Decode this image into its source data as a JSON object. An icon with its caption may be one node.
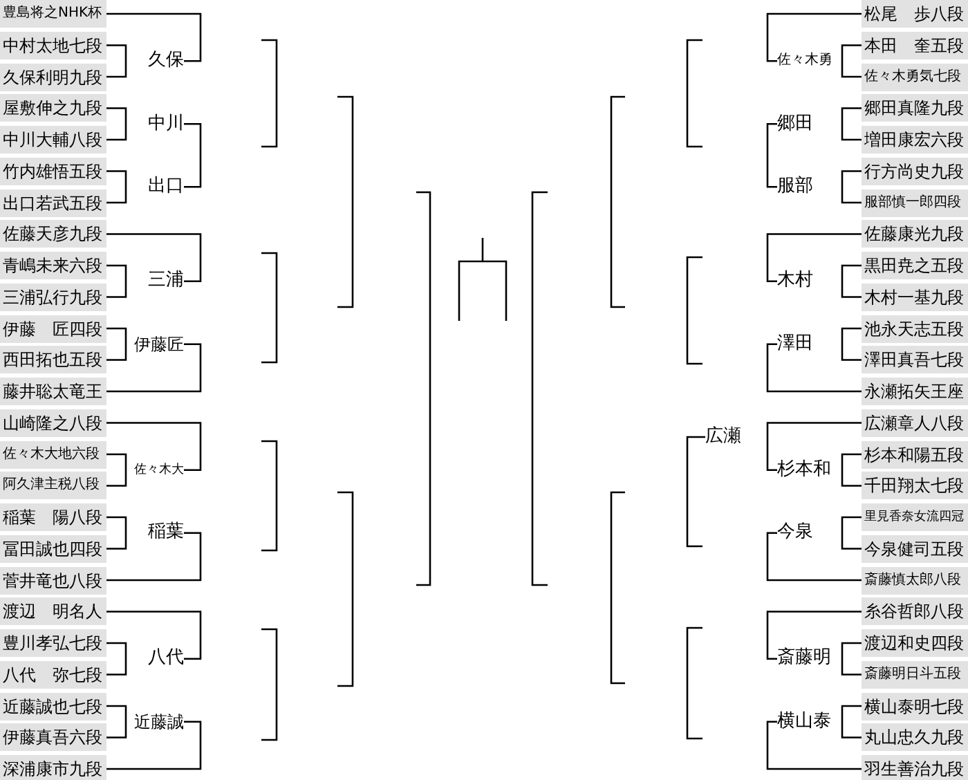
{
  "diagram": {
    "nodes": [
      {
        "text": [
          "豊島将之NHK杯"
        ]
      },
      {
        "text": [
          "中村太地七段"
        ]
      },
      {
        "text": [
          "久保利明九段"
        ]
      },
      {
        "text": [
          "屋敷伸之九段"
        ]
      },
      {
        "text": [
          "中川大輔八段"
        ]
      },
      {
        "text": [
          "竹内雄悟五段"
        ]
      },
      {
        "text": [
          "出口若武五段"
        ]
      },
      {
        "text": [
          "佐藤天彦九段"
        ]
      },
      {
        "text": [
          "青嶋未来六段"
        ]
      },
      {
        "text": [
          "三浦弘行九段"
        ]
      },
      {
        "text": [
          "伊藤　匠四段"
        ]
      },
      {
        "text": [
          "西田拓也五段"
        ]
      },
      {
        "text": [
          "藤井聡太竜王"
        ]
      },
      {
        "text": [
          "山崎隆之八段"
        ]
      },
      {
        "text": [
          "佐々木大地六段"
        ]
      },
      {
        "text": [
          "阿久津主税八段"
        ]
      },
      {
        "text": [
          "稲葉　陽八段"
        ]
      },
      {
        "text": [
          "冨田誠也四段"
        ]
      },
      {
        "text": [
          "菅井竜也八段"
        ]
      },
      {
        "text": [
          "渡辺　明名人"
        ]
      },
      {
        "text": [
          "豊川孝弘七段"
        ]
      },
      {
        "text": [
          "八代　弥七段"
        ]
      },
      {
        "text": [
          "近藤誠也七段"
        ]
      },
      {
        "text": [
          "伊藤真吾六段"
        ]
      },
      {
        "text": [
          "深浦康市九段"
        ]
      },
      {
        "text": [
          "久保"
        ]
      },
      {
        "text": [
          "中川"
        ]
      },
      {
        "text": [
          "出口"
        ]
      },
      {
        "text": [
          "三浦"
        ]
      },
      {
        "text": [
          "伊藤匠"
        ]
      },
      {
        "text": [
          "佐々木大"
        ]
      },
      {
        "text": [
          "稲葉"
        ]
      },
      {
        "text": [
          "八代"
        ]
      },
      {
        "text": [
          "近藤誠"
        ]
      },
      {
        "text": [
          "松尾　歩八段"
        ]
      },
      {
        "text": [
          "本田　奎五段"
        ]
      },
      {
        "text": [
          "佐々木勇気七段"
        ]
      },
      {
        "text": [
          "郷田真隆九段"
        ]
      },
      {
        "text": [
          "増田康宏六段"
        ]
      },
      {
        "text": [
          "行方尚史九段"
        ]
      },
      {
        "text": [
          "服部慎一郎四段"
        ]
      },
      {
        "text": [
          "佐藤康光九段"
        ]
      },
      {
        "text": [
          "黒田尭之五段"
        ]
      },
      {
        "text": [
          "木村一基九段"
        ]
      },
      {
        "text": [
          "池永天志五段"
        ]
      },
      {
        "text": [
          "澤田真吾七段"
        ]
      },
      {
        "text": [
          "永瀬拓矢王座"
        ]
      },
      {
        "text": [
          "広瀬章人八段"
        ]
      },
      {
        "text": [
          "杉本和陽五段"
        ]
      },
      {
        "text": [
          "千田翔太七段"
        ]
      },
      {
        "text": [
          "里見香奈女流四冠"
        ]
      },
      {
        "text": [
          "今泉健司五段"
        ]
      },
      {
        "text": [
          "斎藤慎太郎八段"
        ]
      },
      {
        "text": [
          "糸谷哲郎八段"
        ]
      },
      {
        "text": [
          "渡辺和史四段"
        ]
      },
      {
        "text": [
          "斎藤明日斗五段"
        ]
      },
      {
        "text": [
          "横山泰明七段"
        ]
      },
      {
        "text": [
          "丸山忠久九段"
        ]
      },
      {
        "text": [
          "羽生善治九段"
        ]
      },
      {
        "text": [
          "佐々木勇"
        ]
      },
      {
        "text": [
          "郷田"
        ]
      },
      {
        "text": [
          "服部"
        ]
      },
      {
        "text": [
          "木村"
        ]
      },
      {
        "text": [
          "澤田"
        ]
      },
      {
        "text": [
          "杉本和"
        ]
      },
      {
        "text": [
          "今泉"
        ]
      },
      {
        "text": [
          "斎藤明"
        ]
      },
      {
        "text": [
          "横山泰"
        ]
      },
      {
        "text": [
          "広瀬"
        ]
      }
    ],
    "edges": [
      {
        "from": 1,
        "to": 2,
        "arrow": "none"
      },
      {
        "from": 3,
        "to": 4,
        "arrow": "none"
      },
      {
        "from": 5,
        "to": 6,
        "arrow": "none"
      },
      {
        "from": 8,
        "to": 9,
        "arrow": "none"
      },
      {
        "from": 10,
        "to": 11,
        "arrow": "none"
      },
      {
        "from": 14,
        "to": 15,
        "arrow": "none"
      },
      {
        "from": 16,
        "to": 17,
        "arrow": "none"
      },
      {
        "from": 20,
        "to": 21,
        "arrow": "none"
      },
      {
        "from": 22,
        "to": 23,
        "arrow": "none"
      },
      {
        "from": 0,
        "to": 25,
        "arrow": "none"
      },
      {
        "from": 26,
        "to": 27,
        "arrow": "none"
      },
      {
        "from": 7,
        "to": 28,
        "arrow": "none"
      },
      {
        "from": 29,
        "to": 12,
        "arrow": "none"
      },
      {
        "from": 13,
        "to": 30,
        "arrow": "none"
      },
      {
        "from": 31,
        "to": 18,
        "arrow": "none"
      },
      {
        "from": 19,
        "to": 32,
        "arrow": "none"
      },
      {
        "from": 33,
        "to": 24,
        "arrow": "none"
      },
      {
        "from": 35,
        "to": 36,
        "arrow": "none"
      },
      {
        "from": 37,
        "to": 38,
        "arrow": "none"
      },
      {
        "from": 39,
        "to": 40,
        "arrow": "none"
      },
      {
        "from": 42,
        "to": 43,
        "arrow": "none"
      },
      {
        "from": 44,
        "to": 45,
        "arrow": "none"
      },
      {
        "from": 48,
        "to": 49,
        "arrow": "none"
      },
      {
        "from": 50,
        "to": 51,
        "arrow": "none"
      },
      {
        "from": 54,
        "to": 55,
        "arrow": "none"
      },
      {
        "from": 56,
        "to": 57,
        "arrow": "none"
      },
      {
        "from": 34,
        "to": 59,
        "arrow": "none"
      },
      {
        "from": 60,
        "to": 61,
        "arrow": "none"
      },
      {
        "from": 41,
        "to": 62,
        "arrow": "none"
      },
      {
        "from": 63,
        "to": 46,
        "arrow": "none"
      },
      {
        "from": 47,
        "to": 64,
        "arrow": "none"
      },
      {
        "from": 65,
        "to": 52,
        "arrow": "none"
      },
      {
        "from": 53,
        "to": 66,
        "arrow": "none"
      },
      {
        "from": 67,
        "to": 58,
        "arrow": "none"
      },
      {
        "from": 68,
        "to": null,
        "arrow": "none"
      }
    ]
  }
}
